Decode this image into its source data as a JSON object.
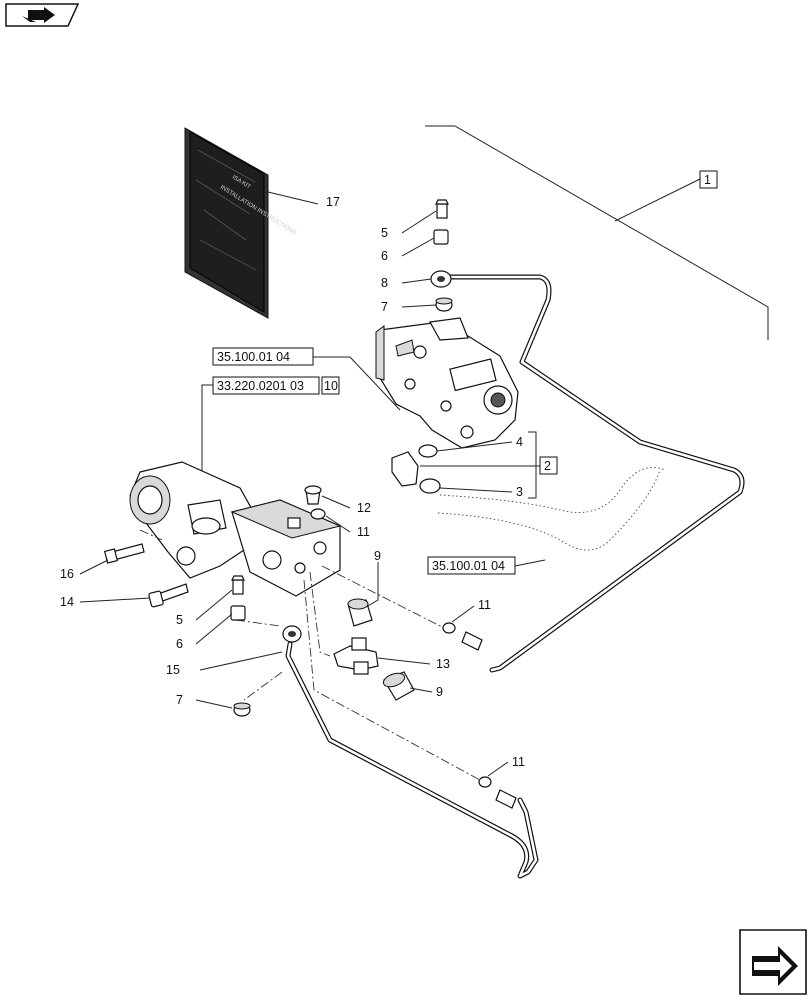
{
  "nav": {
    "top_icon": "book-arrow-icon",
    "bottom_icon": "next-page-arrow-icon"
  },
  "kit_booklet": {
    "line1": "ISA KIT",
    "line2": "INSTALLATION INSTRUCTIONS"
  },
  "references": {
    "ref_top": "35.100.01 04",
    "ref_mid_code": "33.220.0201 03",
    "ref_mid_num": "10",
    "ref_bottom": "35.100.01 04"
  },
  "group_boxes": {
    "box_1": "1",
    "box_2": "2"
  },
  "callouts": {
    "c17": "17",
    "c5a": "5",
    "c6a": "6",
    "c8": "8",
    "c7a": "7",
    "c4": "4",
    "c3": "3",
    "c12": "12",
    "c11a": "11",
    "c9a": "9",
    "c16": "16",
    "c14": "14",
    "c5b": "5",
    "c6b": "6",
    "c15": "15",
    "c13": "13",
    "c9b": "9",
    "c11b": "11",
    "c7b": "7",
    "c11c": "11"
  }
}
